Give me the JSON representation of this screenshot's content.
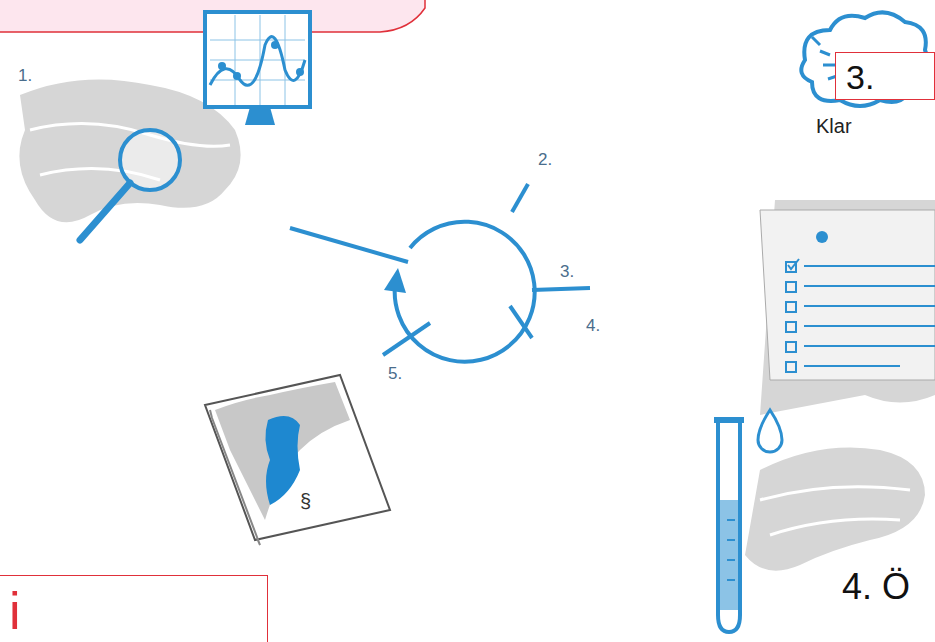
{
  "diagram": {
    "nodes": [
      {
        "text": [
          "3.",
          "Klar"
        ]
      },
      {
        "text": [
          "i"
        ]
      }
    ],
    "labels": [
      "1.",
      "2.",
      "3.",
      "4.",
      "5.",
      "§",
      "4. Ö"
    ]
  }
}
